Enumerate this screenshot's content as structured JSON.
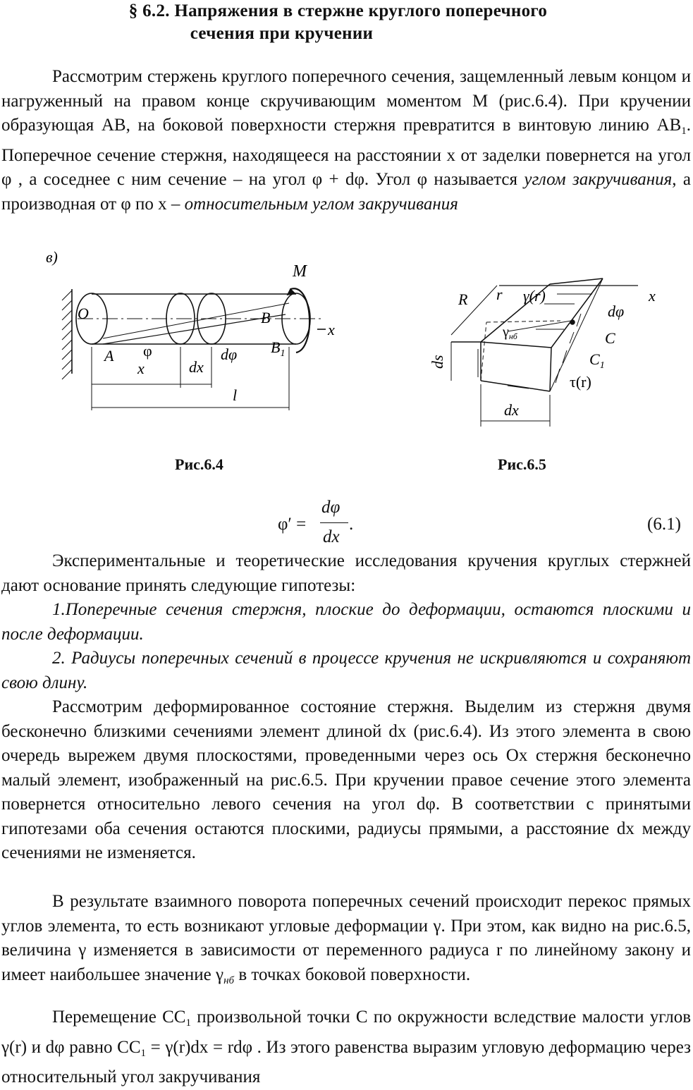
{
  "heading": {
    "line1": "§ 6.2.  Напряжения  в  стержне  круглого  поперечного",
    "line2": "сечения  при  кручении"
  },
  "intro": {
    "p1": "Рассмотрим стержень круглого поперечного сечения, защемленный левым концом и нагруженный на правом конце скручивающим моментом  M (рис.6.4). При кручении образующая   AB,  на боковой поверхности стержня превратится в винтовую линию  AB",
    "p1_sub": "1",
    "p1_cont": ". Поперечное сечение стержня, находящееся на расстоянии  x  от заделки повернется на угол  φ , а соседнее с ним сечение – на угол  φ + dφ.  Угол  φ  называется ",
    "p1_term": "углом закручивания",
    "p1_cont2": ", а производная от  φ  по  x – ",
    "p1_term2": "относительным углом закручивания"
  },
  "figures": {
    "fig64_caption": "Рис.6.4",
    "fig65_caption": "Рис.6.5",
    "fig64_labels": {
      "panel": "в)",
      "M": "M",
      "O": "O",
      "A": "A",
      "B": "B",
      "B1": "B",
      "B1_sub": "1",
      "phi": "φ",
      "dphi": "dφ",
      "x_axis": "x",
      "x_dim": "x",
      "dx_dim": "dx",
      "l_dim": "l"
    },
    "fig65_labels": {
      "R": "R",
      "r": "r",
      "gamma_r": "γ(r)",
      "x_axis": "x",
      "dphi": "dφ",
      "gamma_nb": "γ",
      "gamma_nb_sub": "нб",
      "C": "C",
      "C1": "C",
      "C1_sub": "1",
      "tau_r": "τ(r)",
      "ds": "ds",
      "dx": "dx"
    }
  },
  "formula_61": {
    "lhs": "φ′ =",
    "num": "dφ",
    "den": "dx",
    "tail": ".",
    "number": "(6.1)"
  },
  "body": {
    "p2": "Экспериментальные и теоретические исследования кручения круглых стержней дают основание принять следующие гипотезы:",
    "hyp1": "1.Поперечные сечения стержня, плоские до деформации, остаются плоскими и после деформации.",
    "hyp2": "2. Радиусы поперечных сечений в процессе кручения не искривляются и сохраняют свою длину.",
    "p3": "Рассмотрим деформированное состояние стержня. Выделим из стержня двумя бесконечно близкими сечениями элемент длиной  dx  (рис.6.4). Из этого элемента в свою очередь вырежем двумя плоскостями, проведенными через ось  Ox  стержня бесконечно малый элемент, изображенный на рис.6.5. При кручении правое сечение этого элемента повернется относительно левого сечения на угол  dφ.  В соответствии с принятыми гипотезами оба сечения остаются плоскими, радиусы прямыми, а расстояние  dx  между сечениями не изменяется.",
    "p4a": "В результате взаимного поворота поперечных сечений происходит перекос прямых углов элемента, то есть возникают угловые деформации  γ. При этом, как видно на рис.6.5, величина  γ  изменяется в зависимости от переменного радиуса  r  по линейному закону и имеет наибольшее значение  γ",
    "p4_sub": "нб",
    "p4b": " в точках боковой поверхности.",
    "p5a": "Перемещение  CC",
    "p5_sub1": "1",
    "p5b": "  произвольной точки  C  по окружности вследствие малости углов  γ(r)  и  dφ  равно  CC",
    "p5_sub2": "1",
    "p5c": " = γ(r)dx = rdφ . Из этого равенства выразим угловую деформацию через относительный угол закручивания"
  }
}
